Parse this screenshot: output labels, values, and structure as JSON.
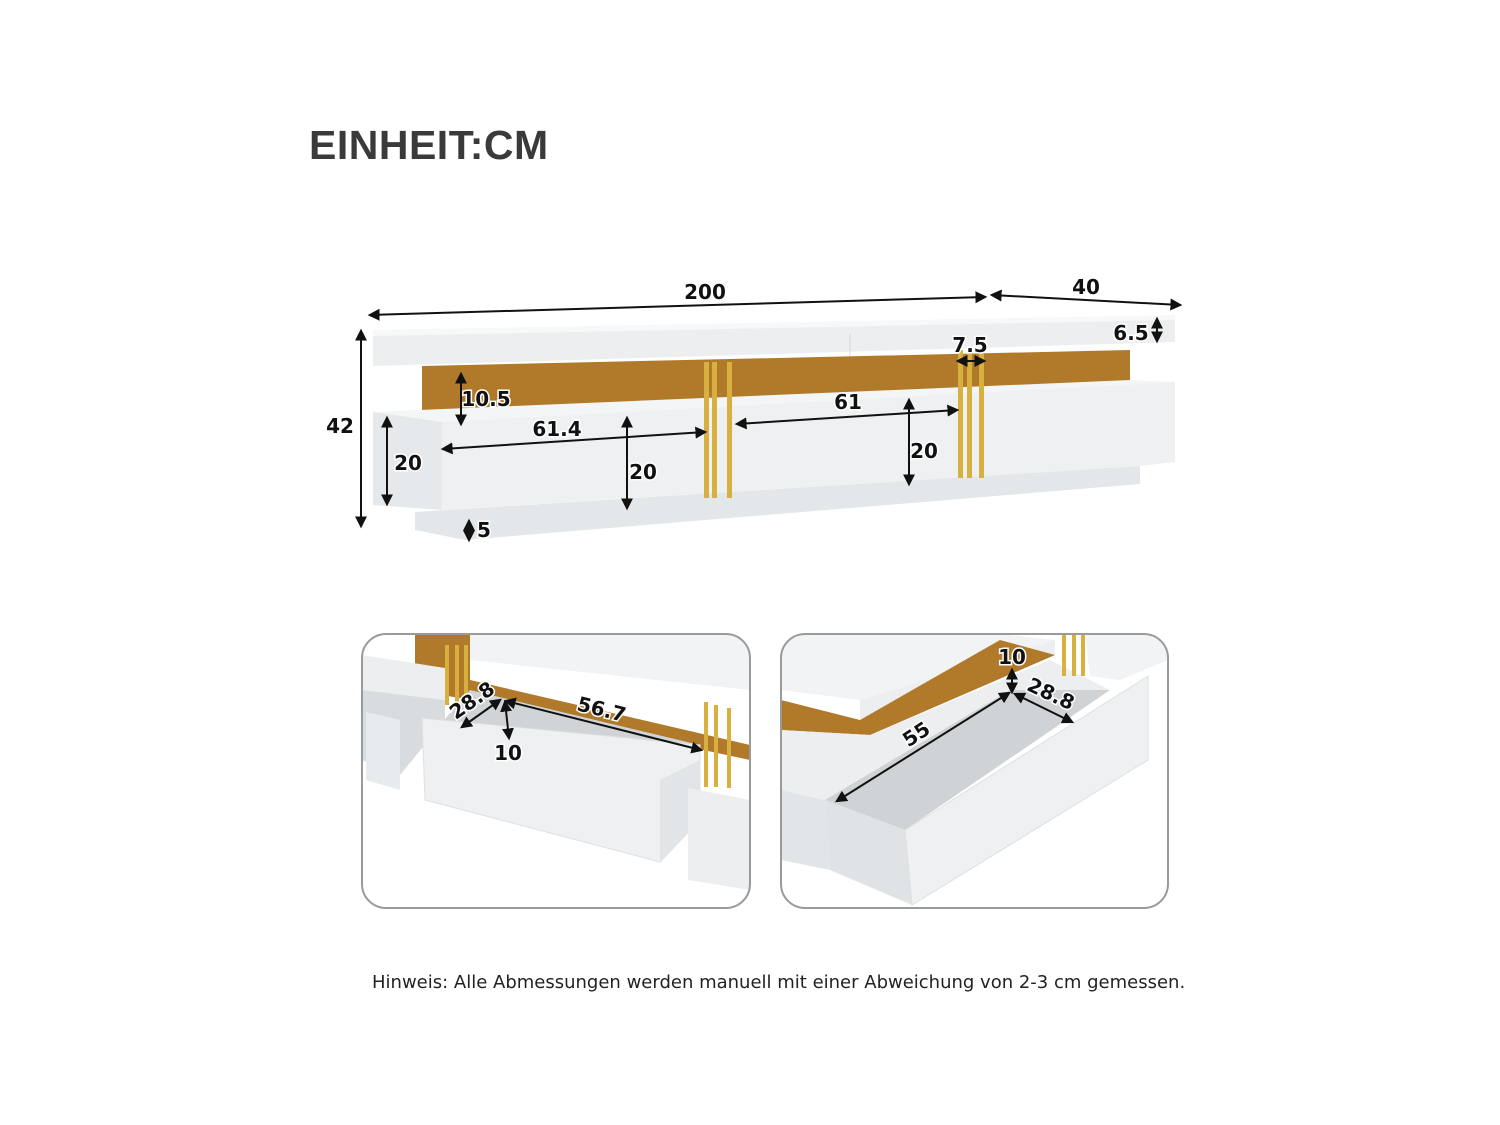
{
  "title": "EINHEIT:CM",
  "colors": {
    "panel": "#eef0f1",
    "gold": "#b07a2a",
    "brass": "#d8b040",
    "frame": "#9a9a9a"
  },
  "main_view": {
    "width": "200",
    "depth": "40",
    "height": "42",
    "top_thickness": "6.5",
    "strip_width": "7.5",
    "gap_height": "10.5",
    "left_drawer_width": "61.4",
    "middle_drawer_width": "61",
    "side_height": "20",
    "left_drawer_height": "20",
    "middle_drawer_height": "20",
    "base_height": "5"
  },
  "detail_left": {
    "depth": "28.8",
    "width": "56.7",
    "height": "10"
  },
  "detail_right": {
    "height": "10",
    "depth": "28.8",
    "width": "55"
  },
  "note": "Hinweis: Alle Abmessungen werden manuell mit einer Abweichung von 2-3 cm gemessen."
}
